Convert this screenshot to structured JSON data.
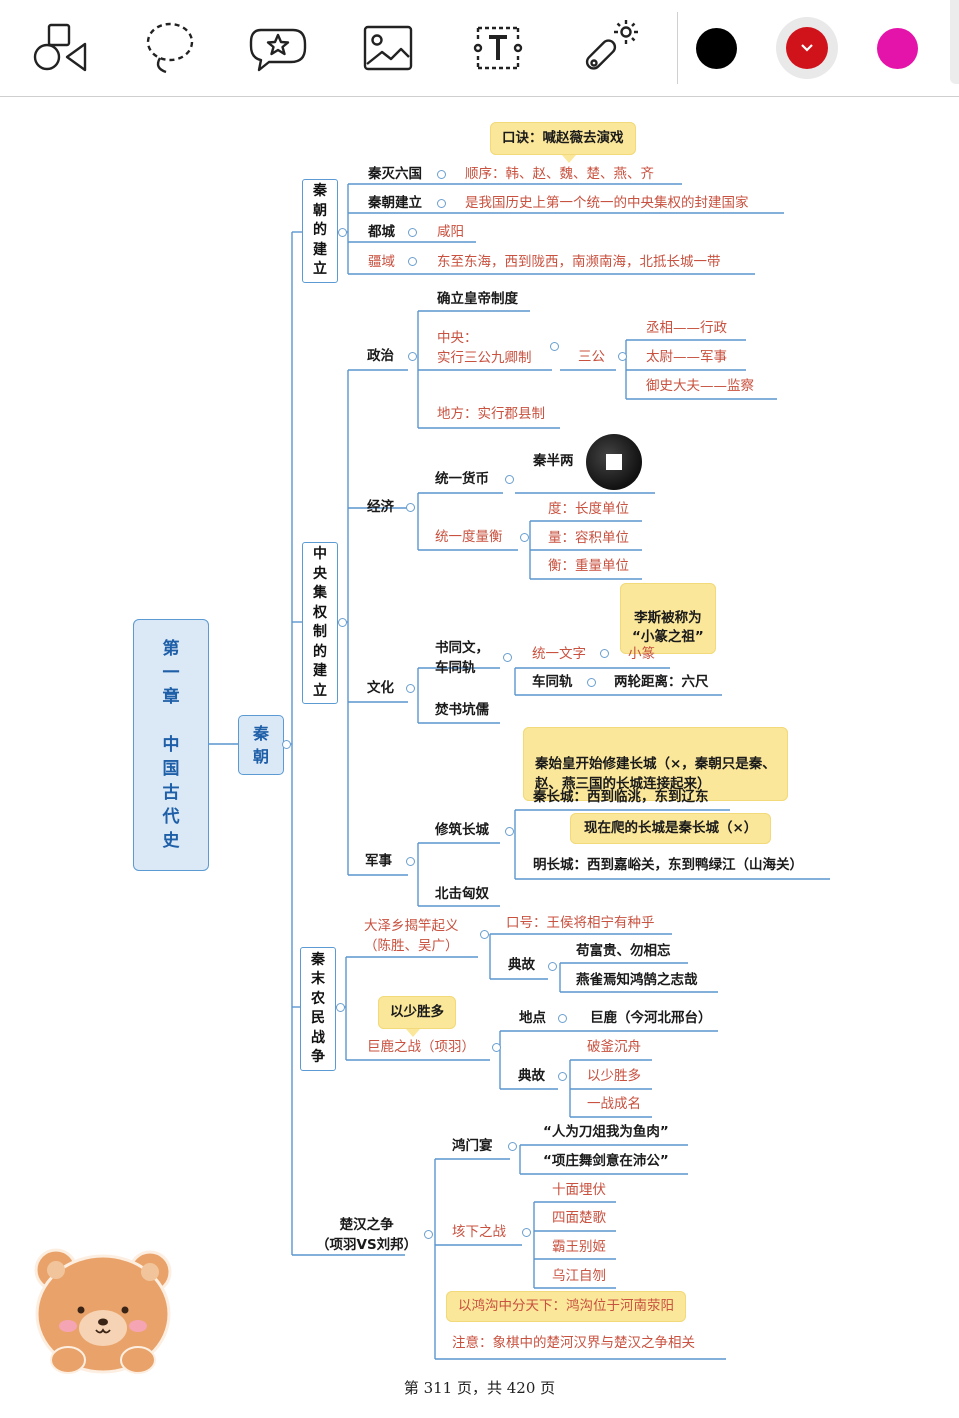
{
  "toolbar": {
    "tools": [
      "shapes-icon",
      "lasso-icon",
      "sticker-icon",
      "image-icon",
      "text-box-icon",
      "laser-pointer-icon"
    ],
    "colors": {
      "black": "#000000",
      "red": "#d0121b",
      "magenta": "#e413a9"
    }
  },
  "root": {
    "label": "第\n一\n章\n\n中\n国\n古\n代\n史"
  },
  "qin": {
    "label": "秦\n朝"
  },
  "sec1": {
    "label": "秦\n朝\n的\n建\n立",
    "note": "口诀：喊赵薇去演戏",
    "rows": [
      {
        "k": "秦灭六国",
        "v": "顺序：韩、赵、魏、楚、燕、齐"
      },
      {
        "k": "秦朝建立",
        "v": "是我国历史上第一个统一的中央集权的封建国家"
      },
      {
        "k": "都城",
        "v": "咸阳"
      },
      {
        "k": "疆域",
        "v": "东至东海，西到陇西，南濒南海，北抵长城一带"
      }
    ]
  },
  "sec2": {
    "label": "中\n央\n集\n权\n制\n的\n建\n立",
    "politics": {
      "label": "政治",
      "emperor": "确立皇帝制度",
      "central": "中央：\n实行三公九卿制",
      "sangong": "三公",
      "offices": [
        "丞相——行政",
        "太尉——军事",
        "御史大夫——监察"
      ],
      "local": "地方：实行郡县制"
    },
    "economy": {
      "label": "经济",
      "currency": "统一货币",
      "coin": "秦半两",
      "measure": "统一度量衡",
      "units": [
        "度：长度单位",
        "量：容积单位",
        "衡：重量单位"
      ]
    },
    "culture": {
      "label": "文化",
      "note": "李斯被称为\n“小篆之祖”",
      "shutong": "书同文，\n车同轨",
      "script": "统一文字",
      "xiaozhuan": "小篆",
      "chetonggui": "车同轨",
      "wheel": "两轮距离：六尺",
      "burn": "焚书坑儒"
    },
    "military": {
      "label": "军事",
      "note1": "秦始皇开始修建长城（×，秦朝只是秦、\n赵、燕三国的长城连接起来）",
      "wall": "修筑长城",
      "qinwall": "秦长城：西到临洮，东到辽东",
      "note2": "现在爬的长城是秦长城（×）",
      "mingwall": "明长城：西到嘉峪关，东到鸭绿江（山海关）",
      "xiongnu": "北击匈奴"
    }
  },
  "sec3": {
    "label": "秦\n末\n农\n民\n战\n争",
    "dazexiang": "大泽乡揭竿起义\n（陈胜、吴广）",
    "slogan": "口号：王侯将相宁有种乎",
    "diangu": "典故",
    "idioms1": [
      "苟富贵、勿相忘",
      "燕雀焉知鸿鹄之志哉"
    ],
    "note": "以少胜多",
    "julu": "巨鹿之战（项羽）",
    "place": "地点",
    "placeval": "巨鹿（今河北邢台）",
    "diangu2": "典故",
    "idioms2": [
      "破釜沉舟",
      "以少胜多",
      "一战成名"
    ]
  },
  "sec4": {
    "label": "楚汉之争\n（项羽VS刘邦）",
    "hongmen": "鸿门宴",
    "quotes": [
      "“人为刀俎我为鱼肉”",
      "“项庄舞剑意在沛公”"
    ],
    "gaixia": "垓下之战",
    "idioms": [
      "十面埋伏",
      "四面楚歌",
      "霸王别姬",
      "乌江自刎"
    ],
    "note": "以鸿沟中分天下：鸿沟位于河南荥阳",
    "chess": "注意：象棋中的楚河汉界与楚汉之争相关"
  },
  "page": {
    "label": "第  311  页，共  420  页"
  }
}
